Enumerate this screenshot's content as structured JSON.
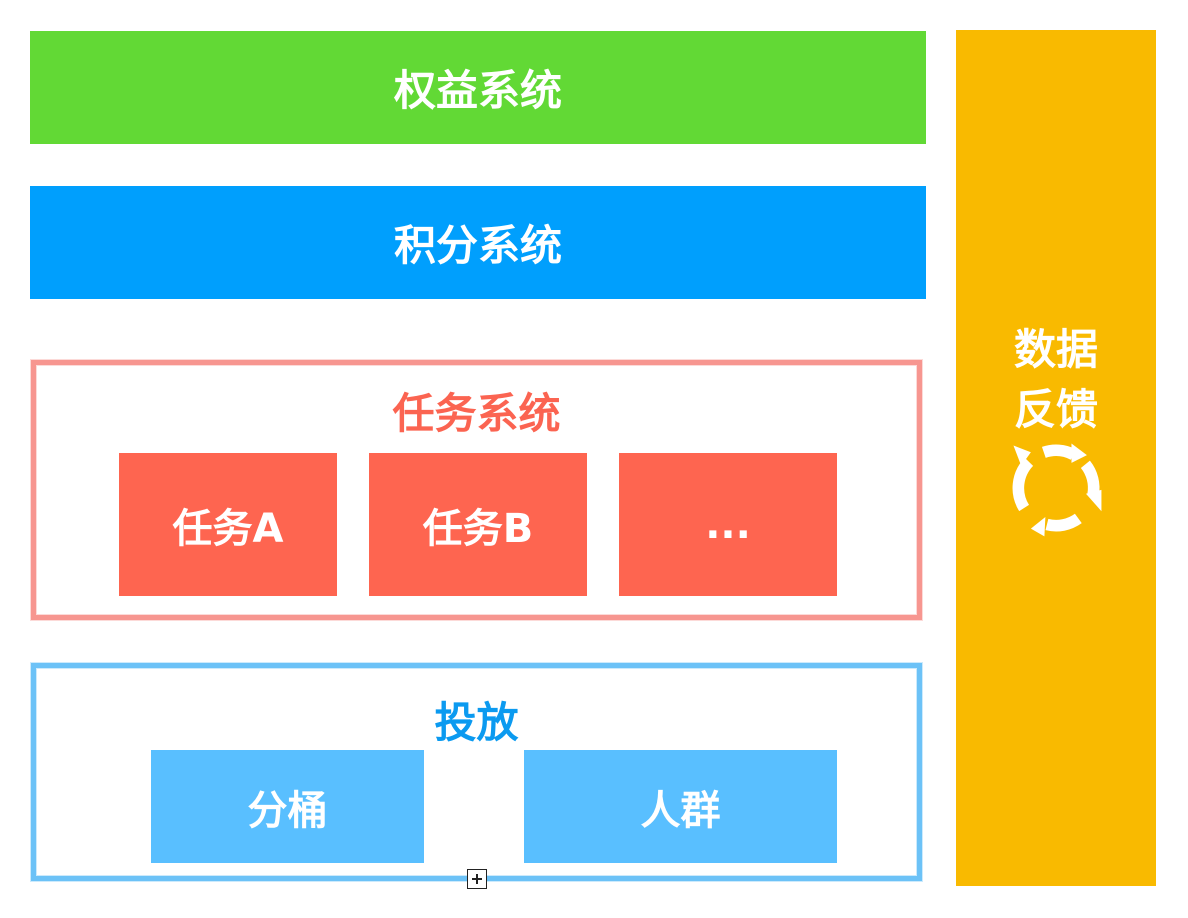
{
  "layers": {
    "rights_system": "权益系统",
    "points_system": "积分系统",
    "task_system": {
      "title": "任务系统",
      "tasks": [
        "任务A",
        "任务B",
        "..."
      ]
    },
    "delivery": {
      "title": "投放",
      "items": [
        "分桶",
        "人群"
      ]
    }
  },
  "side_panel": {
    "line1": "数据",
    "line2": "反馈",
    "icon": "cycle-arrows-icon"
  },
  "colors": {
    "rights": "#62d935",
    "points": "#009ffd",
    "task_border": "#f79690",
    "task_title": "#fb6451",
    "task_box": "#fe6550",
    "delivery_border": "#6cc2f7",
    "delivery_title": "#0b9af0",
    "delivery_box": "#59bfff",
    "side": "#f9ba00"
  }
}
